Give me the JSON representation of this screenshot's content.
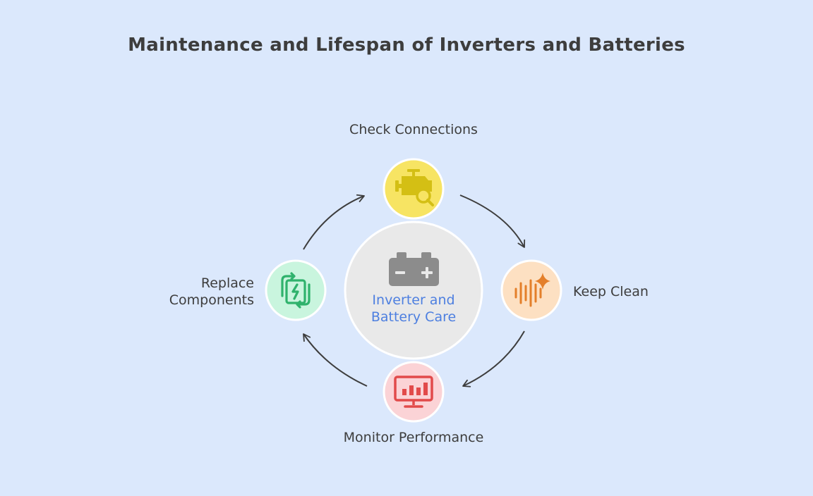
{
  "title": "Maintenance and Lifespan of Inverters and Batteries",
  "center": {
    "label": "Inverter and Battery Care",
    "icon": "battery-icon"
  },
  "steps": [
    {
      "label": "Check Connections",
      "icon": "engine-search-icon",
      "color": "#f7e463"
    },
    {
      "label": "Keep Clean",
      "icon": "sparkle-sound-icon",
      "color": "#fde0c2"
    },
    {
      "label": "Monitor Performance",
      "icon": "monitor-chart-icon",
      "color": "#fbd3d6"
    },
    {
      "label": "Replace Components",
      "icon": "battery-cycle-icon",
      "color": "#c9f5de"
    }
  ],
  "colors": {
    "background": "#dbe8fc",
    "accent_text": "#4d7fe0",
    "yellow_icon": "#d4bf14",
    "orange_icon": "#e47f2a",
    "red_icon": "#e24a4a",
    "green_icon": "#2fb26c"
  }
}
